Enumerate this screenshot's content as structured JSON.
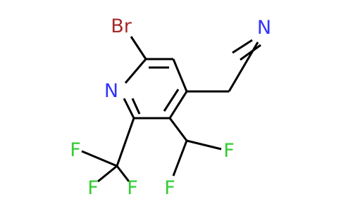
{
  "molecule": {
    "atoms": {
      "br": {
        "label": "Br",
        "color": "#a62929"
      },
      "n1": {
        "label": "N",
        "color": "#3333ff"
      },
      "n2": {
        "label": "N",
        "color": "#3333ff"
      },
      "f1": {
        "label": "F",
        "color": "#33cc33"
      },
      "f2": {
        "label": "F",
        "color": "#33cc33"
      },
      "f3": {
        "label": "F",
        "color": "#33cc33"
      },
      "f4": {
        "label": "F",
        "color": "#33cc33"
      },
      "f5": {
        "label": "F",
        "color": "#33cc33"
      }
    },
    "bond_color": "#000000"
  }
}
